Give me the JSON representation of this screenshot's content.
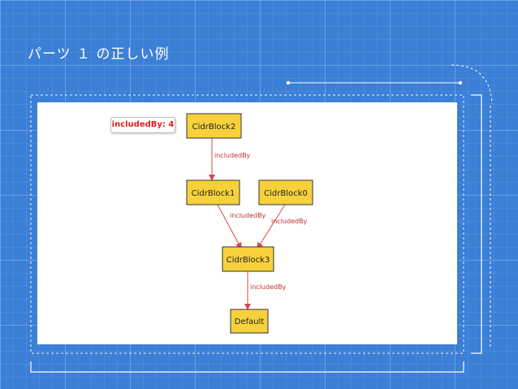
{
  "slide": {
    "title": "パーツ １ の正しい例"
  },
  "badge": {
    "text": "includedBy: 4"
  },
  "diagram": {
    "nodes": [
      {
        "id": "cidrblock2",
        "label": "CidrBlock2"
      },
      {
        "id": "cidrblock1",
        "label": "CidrBlock1"
      },
      {
        "id": "cidrblock0",
        "label": "CidrBlock0"
      },
      {
        "id": "cidrblock3",
        "label": "CidrBlock3"
      },
      {
        "id": "default",
        "label": "Default"
      }
    ],
    "edges": [
      {
        "from": "cidrblock2",
        "to": "cidrblock1",
        "label": "includedBy"
      },
      {
        "from": "cidrblock1",
        "to": "cidrblock3",
        "label": "includedBy"
      },
      {
        "from": "cidrblock0",
        "to": "cidrblock3",
        "label": "includedBy"
      },
      {
        "from": "cidrblock3",
        "to": "default",
        "label": "includedBy"
      }
    ],
    "colors": {
      "node_fill": "#f7d13b",
      "node_border": "#333333",
      "edge": "#d84a4a",
      "edge_label": "#c03030",
      "slide_background": "#3b7fd6"
    }
  }
}
